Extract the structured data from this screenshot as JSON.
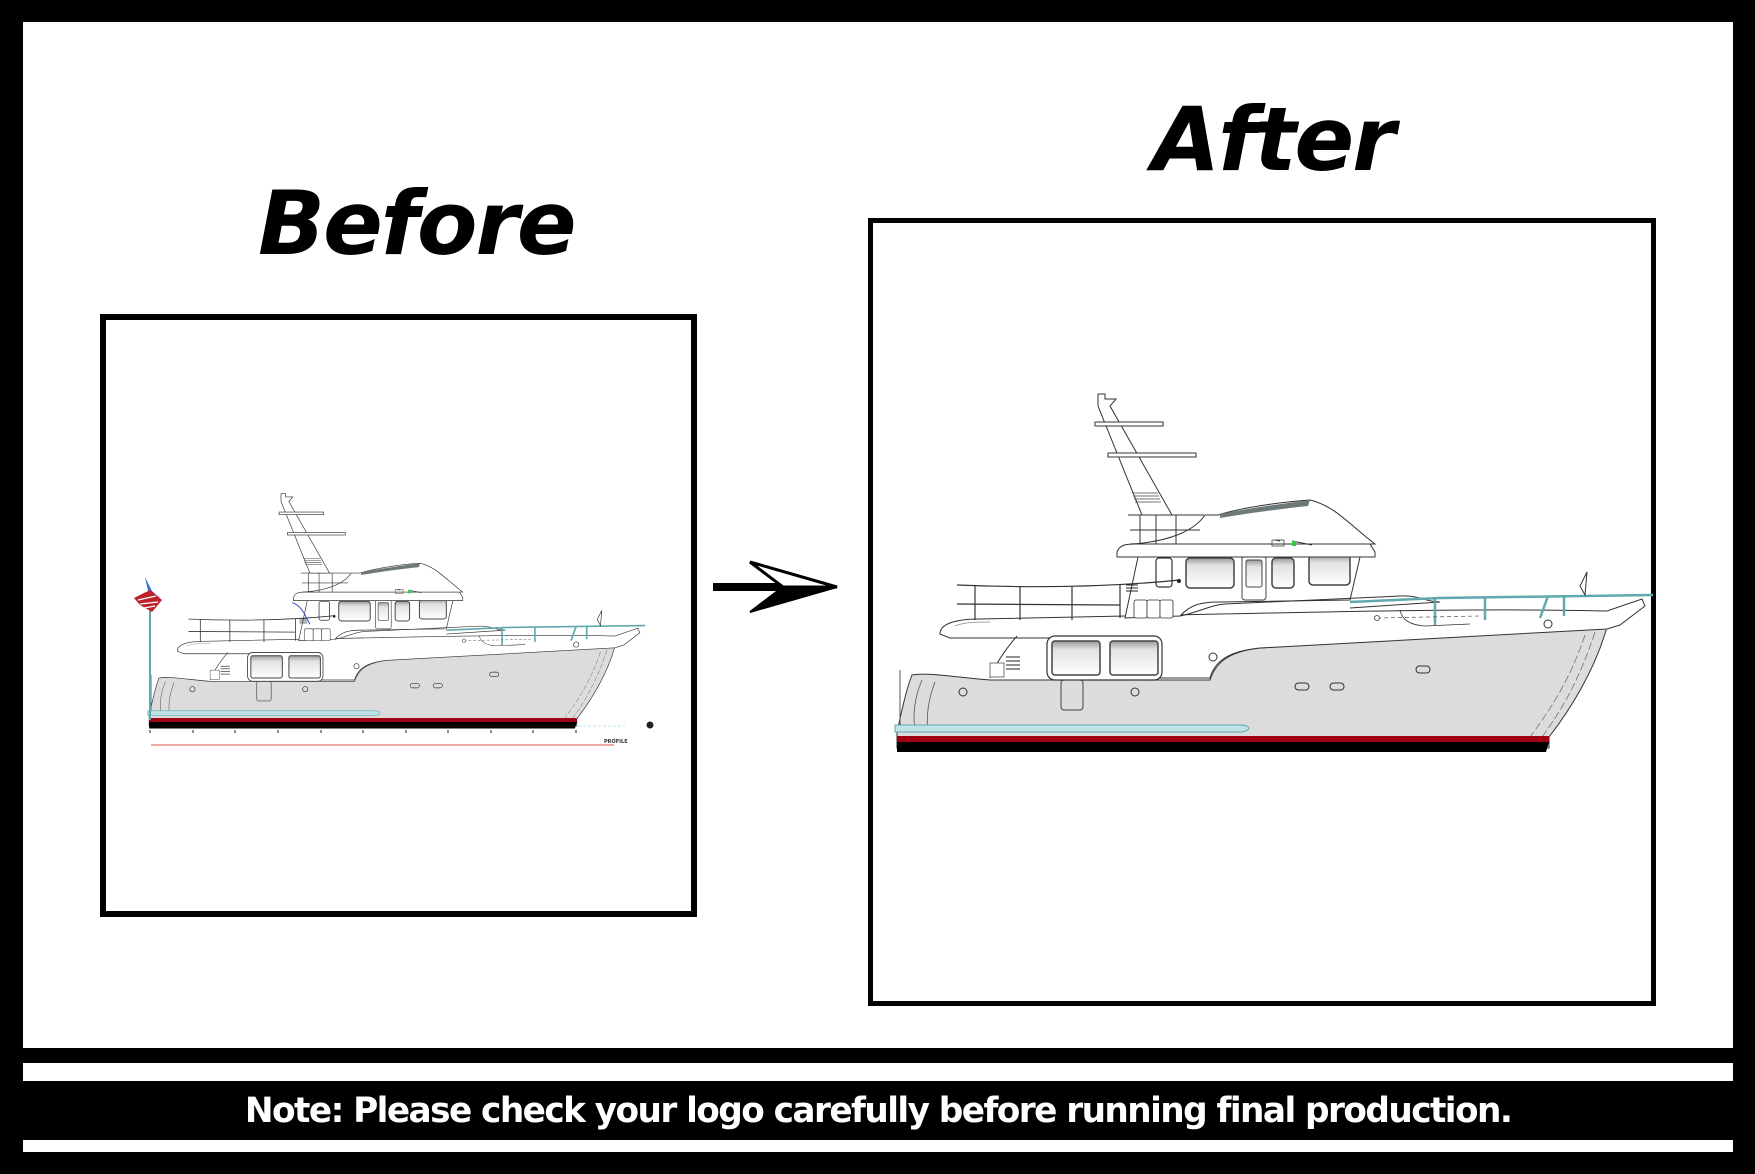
{
  "before": {
    "title": "Before",
    "image": "boat-profile-drawing",
    "scale_label": "PROFILE"
  },
  "after": {
    "title": "After",
    "image": "boat-profile-vector-redraw"
  },
  "arrow": "right-arrow-icon",
  "note": "Note: Please check your logo carefully before running final production.",
  "colors": {
    "frame": "#000000",
    "background": "#ffffff",
    "hull": "#dcdcdc",
    "boot_stripe": "#a00010",
    "bottom_paint": "#000000",
    "rail": "#5fa8ae",
    "visor": "#6d7878",
    "flag_blue": "#3a6fd8",
    "flag_red": "#c0202a"
  }
}
